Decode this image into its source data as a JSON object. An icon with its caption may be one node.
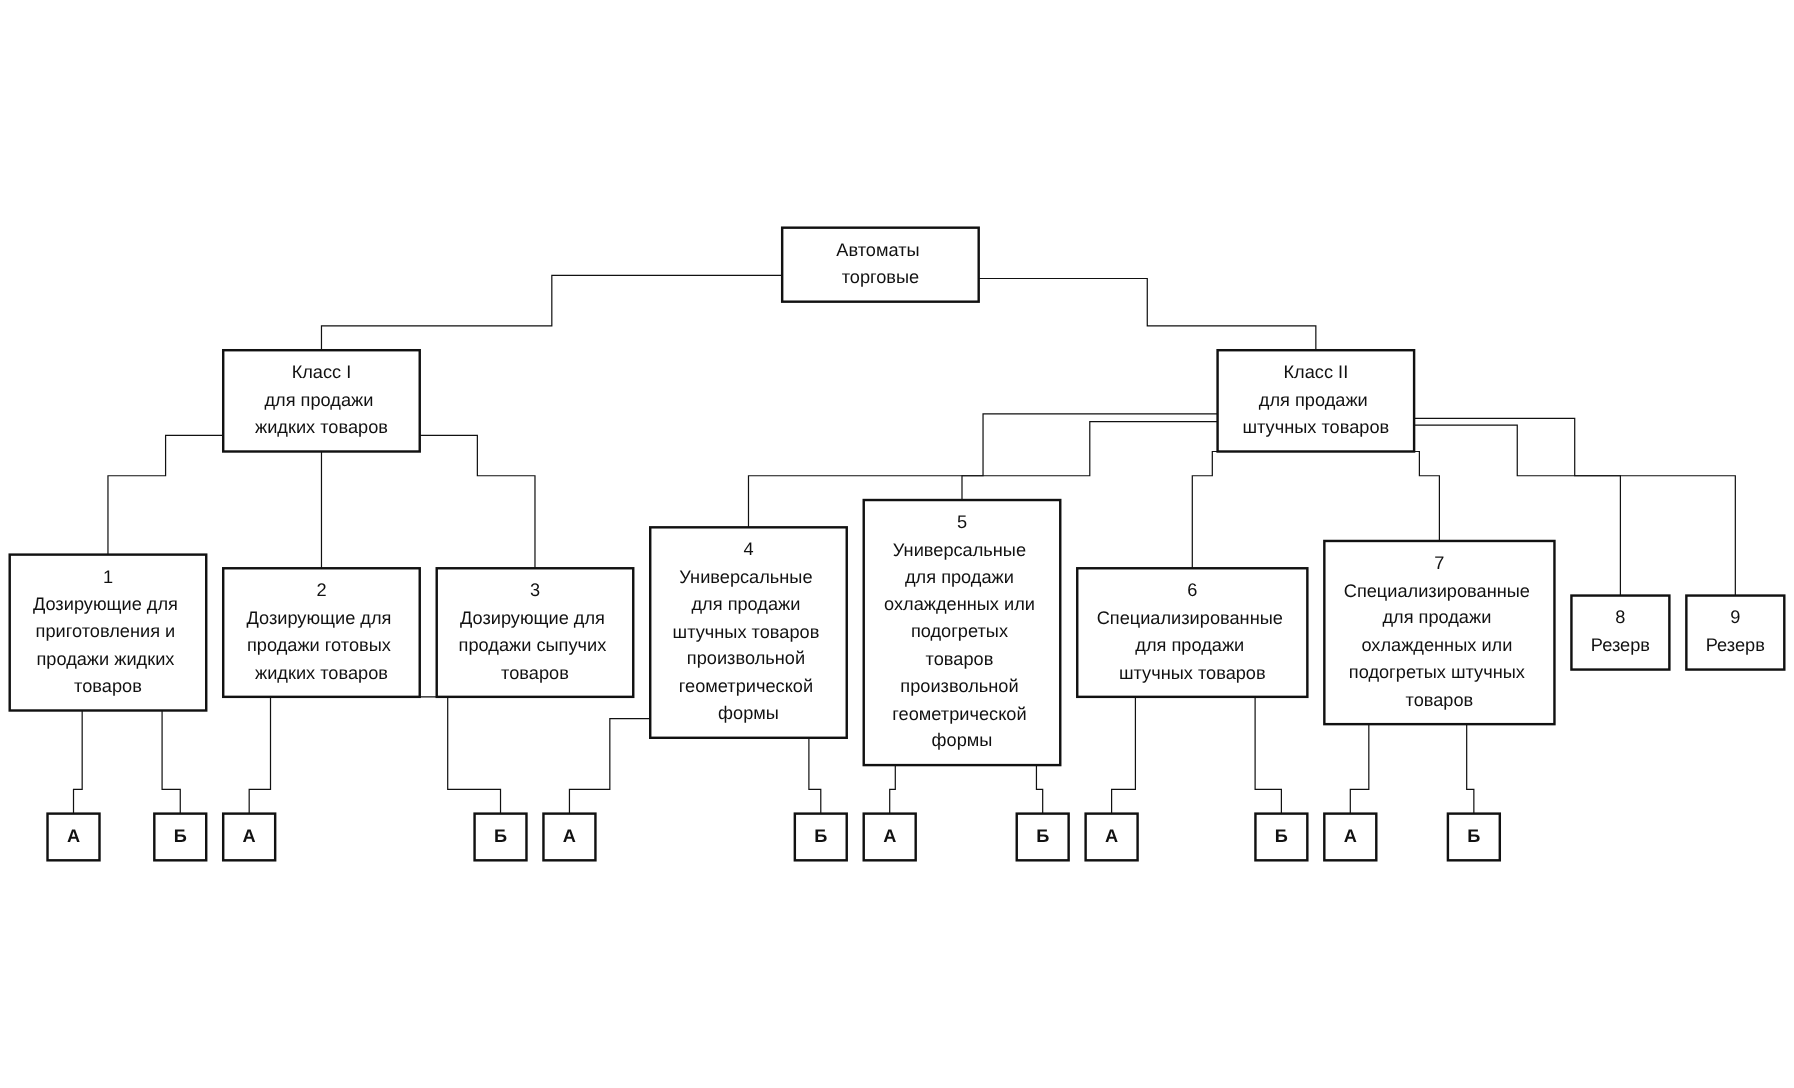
{
  "diagram": {
    "nodes": [
      {
        "text": [
          "Автоматы торговые"
        ]
      },
      {
        "text": [
          "Класс I",
          "для продажи жидких товаров"
        ]
      },
      {
        "text": [
          "Класс II",
          "для продажи штучных товаров"
        ]
      },
      {
        "text": [
          "1",
          "Дозирующие для приготовления и продажи жидких товаров"
        ]
      },
      {
        "text": [
          "2",
          "Дозирующие для продажи готовых жидких товаров"
        ]
      },
      {
        "text": [
          "3",
          "Дозирующие для продажи сыпучих товаров"
        ]
      },
      {
        "text": [
          "4",
          "Универсальные для продажи штучных товаров произвольной геометрической формы"
        ]
      },
      {
        "text": [
          "5",
          "Универсальные для продажи охлажденных или подогретых товаров произвольной геометрической формы"
        ]
      },
      {
        "text": [
          "6",
          "Специализированные для продажи штучных товаров"
        ]
      },
      {
        "text": [
          "7",
          "Специализированные для продажи охлажденных или подогретых штучных товаров"
        ]
      },
      {
        "text": [
          "8",
          "Резерв"
        ]
      },
      {
        "text": [
          "9",
          "Резерв"
        ]
      },
      {
        "text": [
          "А"
        ]
      },
      {
        "text": [
          "Б"
        ]
      },
      {
        "text": [
          "А"
        ]
      },
      {
        "text": [
          "Б"
        ]
      },
      {
        "text": [
          "А"
        ]
      },
      {
        "text": [
          "Б"
        ]
      },
      {
        "text": [
          "А"
        ]
      },
      {
        "text": [
          "Б"
        ]
      },
      {
        "text": [
          "А"
        ]
      },
      {
        "text": [
          "Б"
        ]
      },
      {
        "text": [
          "А"
        ]
      },
      {
        "text": [
          "Б"
        ]
      }
    ],
    "edges": [
      {
        "from": 0,
        "to": 1,
        "arrow": "none"
      },
      {
        "from": 0,
        "to": 2,
        "arrow": "none"
      },
      {
        "from": 1,
        "to": 3,
        "arrow": "none"
      },
      {
        "from": 1,
        "to": 4,
        "arrow": "none"
      },
      {
        "from": 1,
        "to": 5,
        "arrow": "none"
      },
      {
        "from": 2,
        "to": 6,
        "arrow": "none"
      },
      {
        "from": 2,
        "to": 7,
        "arrow": "none"
      },
      {
        "from": 2,
        "to": 8,
        "arrow": "none"
      },
      {
        "from": 2,
        "to": 9,
        "arrow": "none"
      },
      {
        "from": 2,
        "to": 10,
        "arrow": "none"
      },
      {
        "from": 2,
        "to": 11,
        "arrow": "none"
      },
      {
        "from": 3,
        "to": 12,
        "arrow": "none"
      },
      {
        "from": 3,
        "to": 13,
        "arrow": "none"
      },
      {
        "from": 4,
        "to": 14,
        "arrow": "none"
      },
      {
        "from": 4,
        "to": 15,
        "arrow": "none"
      },
      {
        "from": 6,
        "to": 16,
        "arrow": "none"
      },
      {
        "from": 6,
        "to": 17,
        "arrow": "none"
      },
      {
        "from": 7,
        "to": 18,
        "arrow": "none"
      },
      {
        "from": 7,
        "to": 19,
        "arrow": "none"
      },
      {
        "from": 8,
        "to": 20,
        "arrow": "none"
      },
      {
        "from": 8,
        "to": 21,
        "arrow": "none"
      },
      {
        "from": 9,
        "to": 22,
        "arrow": "none"
      },
      {
        "from": 9,
        "to": 23,
        "arrow": "none"
      }
    ]
  }
}
